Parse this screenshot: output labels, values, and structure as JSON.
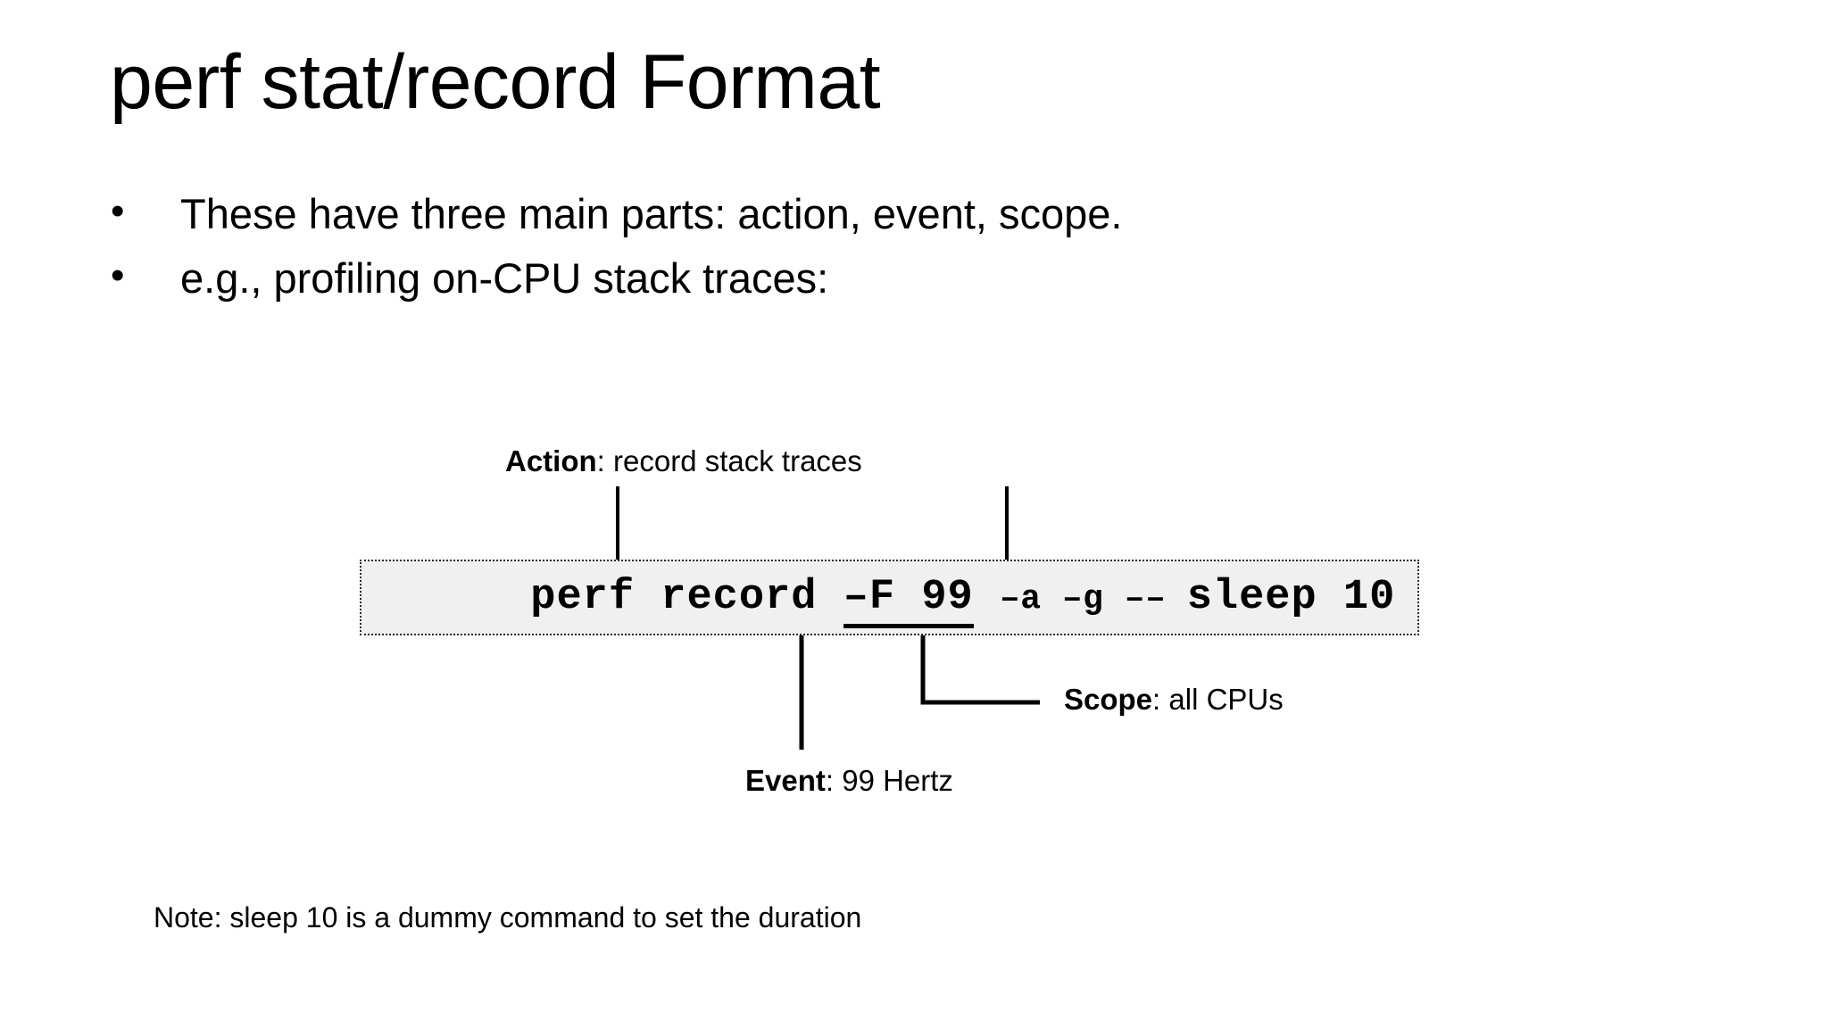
{
  "slide": {
    "title": "perf stat/record Format",
    "bullets": [
      {
        "marker": "•",
        "text": "These have three main parts: action, event, scope."
      },
      {
        "marker": "•",
        "text": "e.g., profiling on-CPU stack traces:"
      }
    ],
    "command": {
      "segments": [
        {
          "text": "perf record ",
          "size": "large",
          "underlined": false
        },
        {
          "text": "–F 99",
          "size": "large",
          "underlined": true
        },
        {
          "text": " ",
          "size": "large",
          "underlined": false
        },
        {
          "text": "–a –g –– ",
          "size": "small",
          "underlined": false
        },
        {
          "text": "sleep 10",
          "size": "large",
          "underlined": false
        }
      ],
      "full_text": "perf record –F 99 –a –g –– sleep 10",
      "background": "#f0f0f0",
      "border_color": "#2b2b2b"
    },
    "callouts": [
      {
        "key": "action",
        "bold": "Action",
        "rest": ": record stack traces"
      },
      {
        "key": "scope",
        "bold": "Scope",
        "rest": ": all CPUs"
      },
      {
        "key": "event",
        "bold": "Event",
        "rest": ": 99 Hertz"
      }
    ],
    "note": "Note: sleep 10 is a dummy command to set the duration"
  }
}
